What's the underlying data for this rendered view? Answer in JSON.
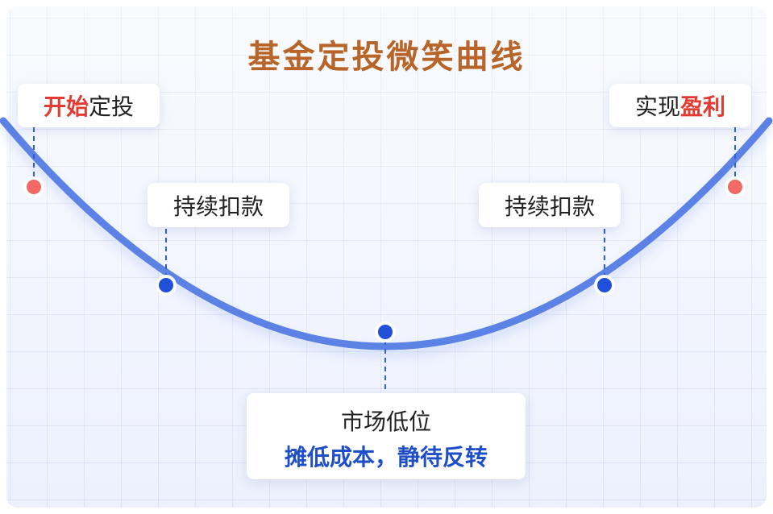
{
  "title": "基金定投微笑曲线",
  "labels": {
    "start": {
      "accent": "开始",
      "rest": "定投"
    },
    "keep_left": "持续扣款",
    "keep_right": "持续扣款",
    "profit": {
      "rest": "实现",
      "accent": "盈利"
    },
    "bottom": {
      "line1": "市场低位",
      "line2": "摊低成本，静待反转"
    }
  },
  "colors": {
    "title": "#b8652a",
    "curve": "#5b82e6",
    "accent_red": "#e23b32",
    "blue_text": "#1e4fc9",
    "dot_red": "#f26a63",
    "dot_blue": "#2050d8"
  }
}
